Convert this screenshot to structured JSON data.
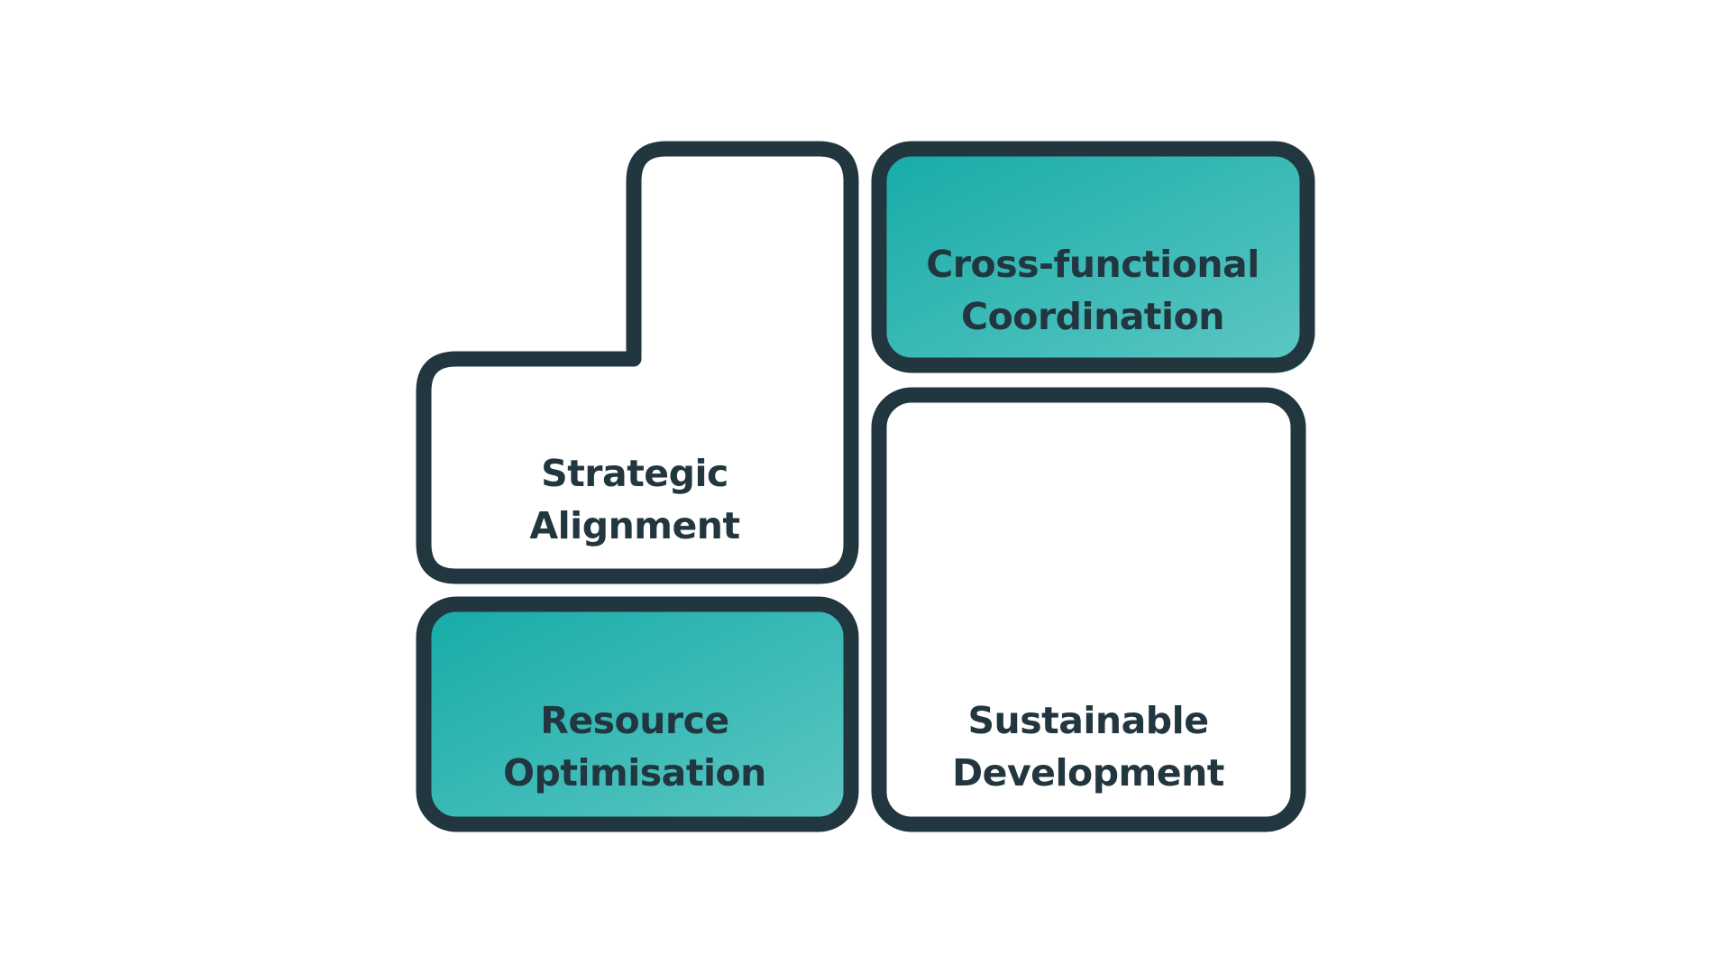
{
  "colors": {
    "stroke": "#22363f",
    "teal_start": "#16aba8",
    "teal_end": "#5dc7c3",
    "shadow": "#4fc0bc",
    "text": "#22363f"
  },
  "blocks": [
    {
      "id": "strategic",
      "line1": "Strategic",
      "line2": "Alignment",
      "filled": false
    },
    {
      "id": "cross",
      "line1": "Cross-functional",
      "line2": "Coordination",
      "filled": true
    },
    {
      "id": "resource",
      "line1": "Resource",
      "line2": "Optimisation",
      "filled": true
    },
    {
      "id": "sustainable",
      "line1": "Sustainable",
      "line2": "Development",
      "filled": false
    }
  ]
}
